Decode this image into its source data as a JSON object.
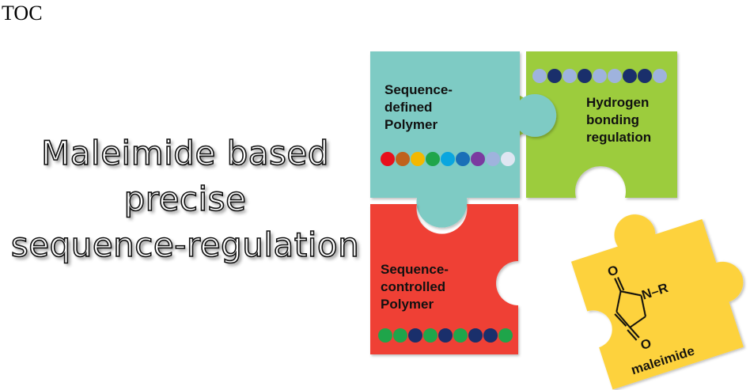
{
  "toc_label": "TOC",
  "title_lines": [
    "Maleimide based",
    "precise",
    "sequence-regulation"
  ],
  "pieces": {
    "sequence_defined": {
      "label_lines": [
        "Sequence-",
        "defined",
        "Polymer"
      ],
      "color": "#7ecbc4",
      "beads": [
        "#e8101c",
        "#c0621c",
        "#f4b800",
        "#1fa54a",
        "#0aa6df",
        "#1a6fb7",
        "#7b3aa0",
        "#9fb3dd",
        "#dfe6f2"
      ]
    },
    "hydrogen_bonding": {
      "label_lines": [
        "Hydrogen",
        "bonding",
        "regulation"
      ],
      "color": "#9ccc3c",
      "beads": [
        "#9fb3dd",
        "#1a2f6b",
        "#9fb3dd",
        "#1a2f6b",
        "#9fb3dd",
        "#9fb3dd",
        "#1a2f6b",
        "#1a2f6b",
        "#9fb3dd"
      ]
    },
    "sequence_controlled": {
      "label_lines": [
        "Sequence-",
        "controlled",
        "Polymer"
      ],
      "color": "#ef4134",
      "beads": [
        "#1fa54a",
        "#1fa54a",
        "#1a2f6b",
        "#1fa54a",
        "#1a2f6b",
        "#1fa54a",
        "#1a2f6b",
        "#1a2f6b",
        "#1fa54a"
      ]
    },
    "maleimide": {
      "label": "maleimide",
      "color": "#fdd23c",
      "structure": {
        "o_top": "O",
        "n_r": "N–R",
        "o_bottom": "O"
      }
    }
  }
}
